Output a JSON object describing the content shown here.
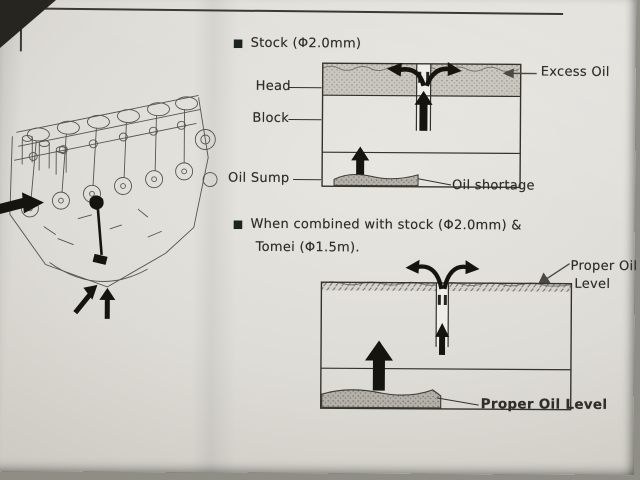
{
  "sections": {
    "stock": {
      "bullet": "■",
      "title": "Stock (Φ2.0mm)",
      "labels": {
        "head": "Head",
        "block": "Block",
        "oil_sump": "Oil Sump",
        "excess_oil": "Excess Oil",
        "oil_shortage": "Oil shortage"
      }
    },
    "combined": {
      "bullet": "■",
      "title_line1": "When combined with stock (Φ2.0mm)  &",
      "title_line2": "Tomei (Φ1.5m).",
      "labels": {
        "proper_oil_level_top_line1": "Proper Oil",
        "proper_oil_level_top_line2": "Level",
        "proper_oil_level_bottom": "Proper Oil Level"
      }
    }
  },
  "colors": {
    "ink": "#2e2d29",
    "paper": "#dedcd6",
    "arrow_black": "#15140f"
  }
}
